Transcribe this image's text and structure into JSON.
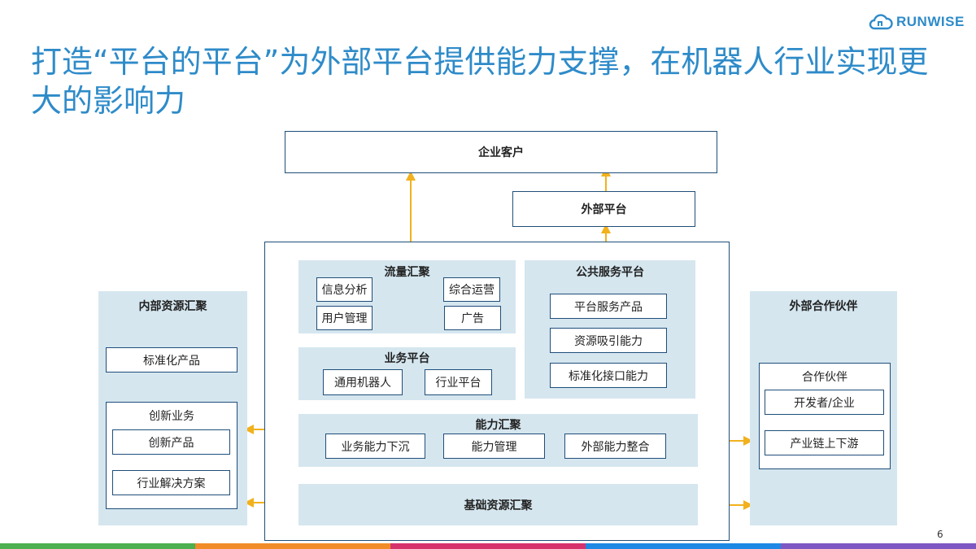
{
  "slide": {
    "title": "打造“平台的平台”为外部平台提供能力支撑，在机器人行业实现更大的影响力",
    "page_number": "6",
    "logo_text": "RUNWISE"
  },
  "diagram": {
    "enterprise_customers": "企业客户",
    "external_platform": "外部平台",
    "traffic_aggregation": {
      "label": "流量汇聚",
      "items": [
        "信息分析",
        "综合运营",
        "用户管理",
        "广告"
      ]
    },
    "public_service_platform": {
      "label": "公共服务平台",
      "items": [
        "平台服务产品",
        "资源吸引能力",
        "标准化接口能力"
      ]
    },
    "business_platform": {
      "label": "业务平台",
      "items": [
        "通用机器人",
        "行业平台"
      ]
    },
    "capability_aggregation": {
      "label": "能力汇聚",
      "items": [
        "业务能力下沉",
        "能力管理",
        "外部能力整合"
      ]
    },
    "base_resource_aggregation": "基础资源汇聚",
    "internal_resources": {
      "label": "内部资源汇聚",
      "standard_product": "标准化产品",
      "innovation_business": {
        "label": "创新业务",
        "items": [
          "创新产品",
          "行业解决方案"
        ]
      }
    },
    "external_partners": {
      "label": "外部合作伙伴",
      "partners": {
        "label": "合作伙伴",
        "items": [
          "开发者/企业",
          "产业链上下游"
        ]
      }
    }
  },
  "colors": {
    "title": "#2e8bc9",
    "panel": "#d5e6ef",
    "border": "#1f4e79",
    "arrow": "#f2b11c",
    "bar": [
      "#4caf50",
      "#f28c28",
      "#d6336c",
      "#1e88e5",
      "#7e57c2"
    ]
  }
}
